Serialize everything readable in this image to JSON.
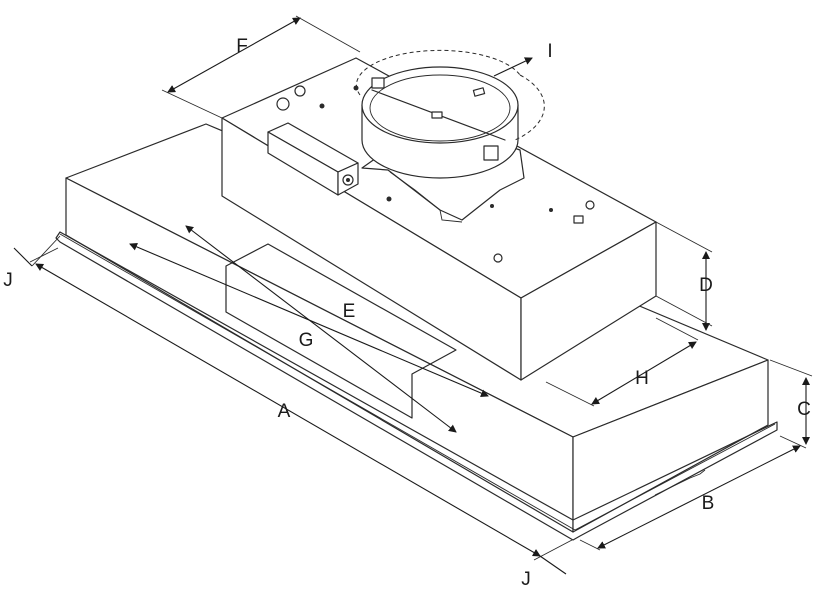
{
  "labels": {
    "A": "A",
    "B": "B",
    "C": "C",
    "D": "D",
    "E": "E",
    "F": "F",
    "G": "G",
    "H": "H",
    "I": "I",
    "J_left": "J",
    "J_bottom": "J"
  }
}
